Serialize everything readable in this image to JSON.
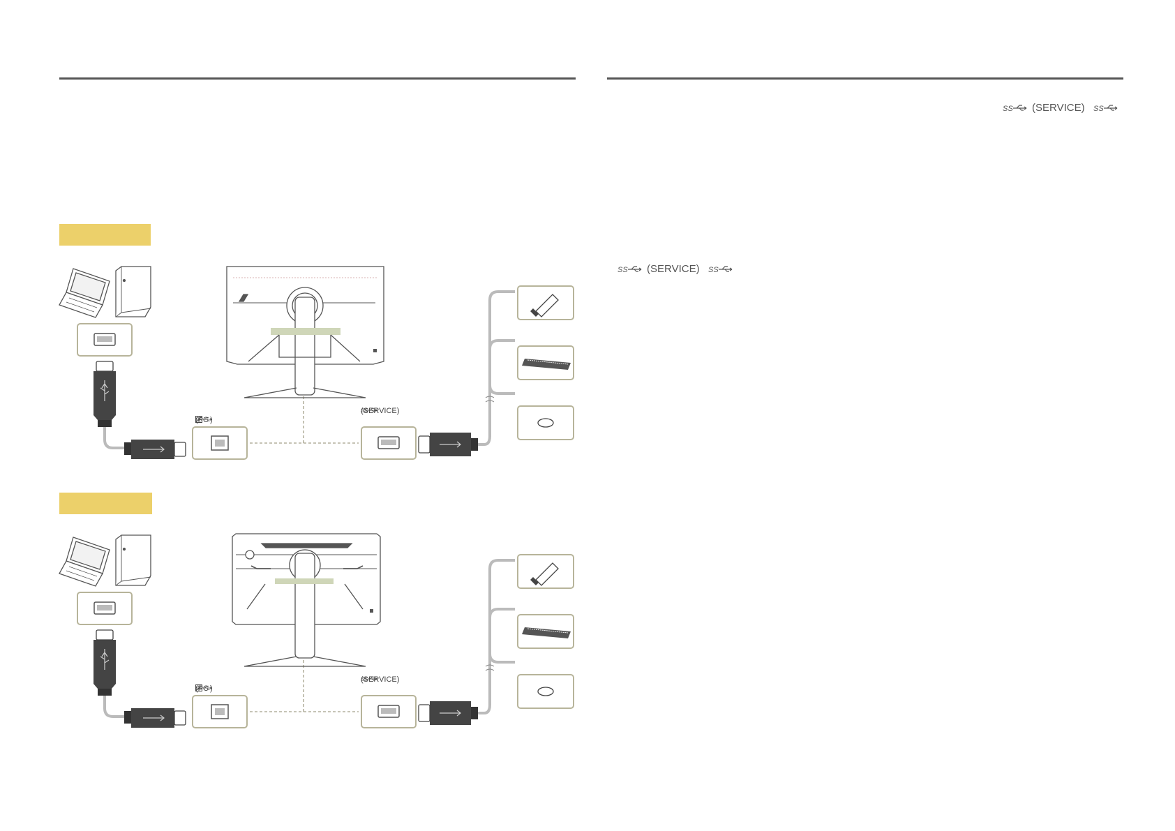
{
  "right_column": {
    "top_port_label": "(SERVICE)",
    "mid_port_label": "(SERVICE)"
  },
  "diagrams": [
    {
      "pc_port_label": "(PC",
      "pc_port_suffix": ")",
      "service_port_label": "(SERVICE)"
    },
    {
      "pc_port_label": "(PC",
      "pc_port_suffix": ")",
      "service_port_label": "(SERVICE)"
    }
  ],
  "colors": {
    "rule": "#555555",
    "model_tag": "#ecd06a",
    "box_border": "#b7b49a",
    "cable": "#bbbbbb",
    "connector": "#3a3a3a",
    "stand_highlight": "#cfd6b8"
  },
  "icons": [
    "laptop-icon",
    "pc-tower-icon",
    "usb-a-port-icon",
    "usb-connector-icon",
    "usb-b-port-icon",
    "usb-drive-icon",
    "keyboard-icon",
    "mouse-icon",
    "monitor-rear-icon",
    "superspeed-usb-icon"
  ]
}
